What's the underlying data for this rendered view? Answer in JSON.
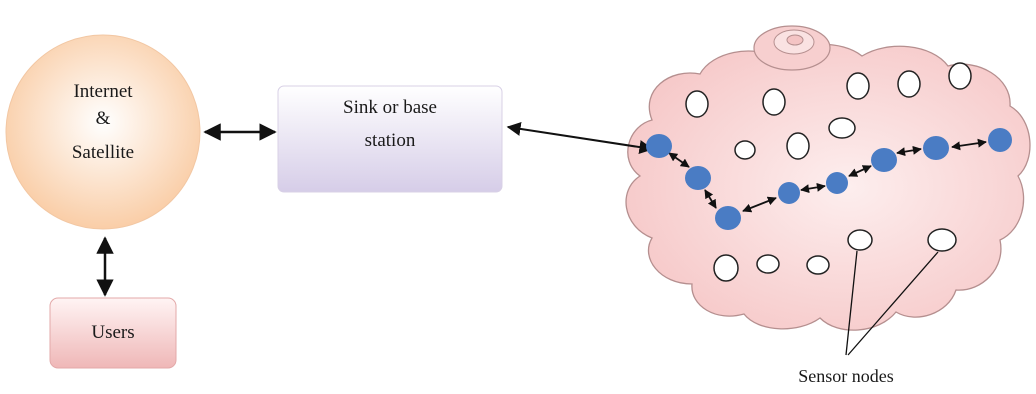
{
  "internet": {
    "line1": "Internet",
    "line2": "&",
    "line3": "Satellite"
  },
  "users": {
    "label": "Users"
  },
  "sink": {
    "line1": "Sink or base",
    "line2": "station"
  },
  "sensor": {
    "label": "Sensor nodes"
  },
  "colors": {
    "internet_fill": "#fbd8b8",
    "users_fill": "#f4c7c7",
    "sink_fill": "#e4dff0",
    "cloud_fill": "#f8d2d2",
    "cloud_stroke": "#b08a8a",
    "active_node": "#4a7cc4"
  }
}
